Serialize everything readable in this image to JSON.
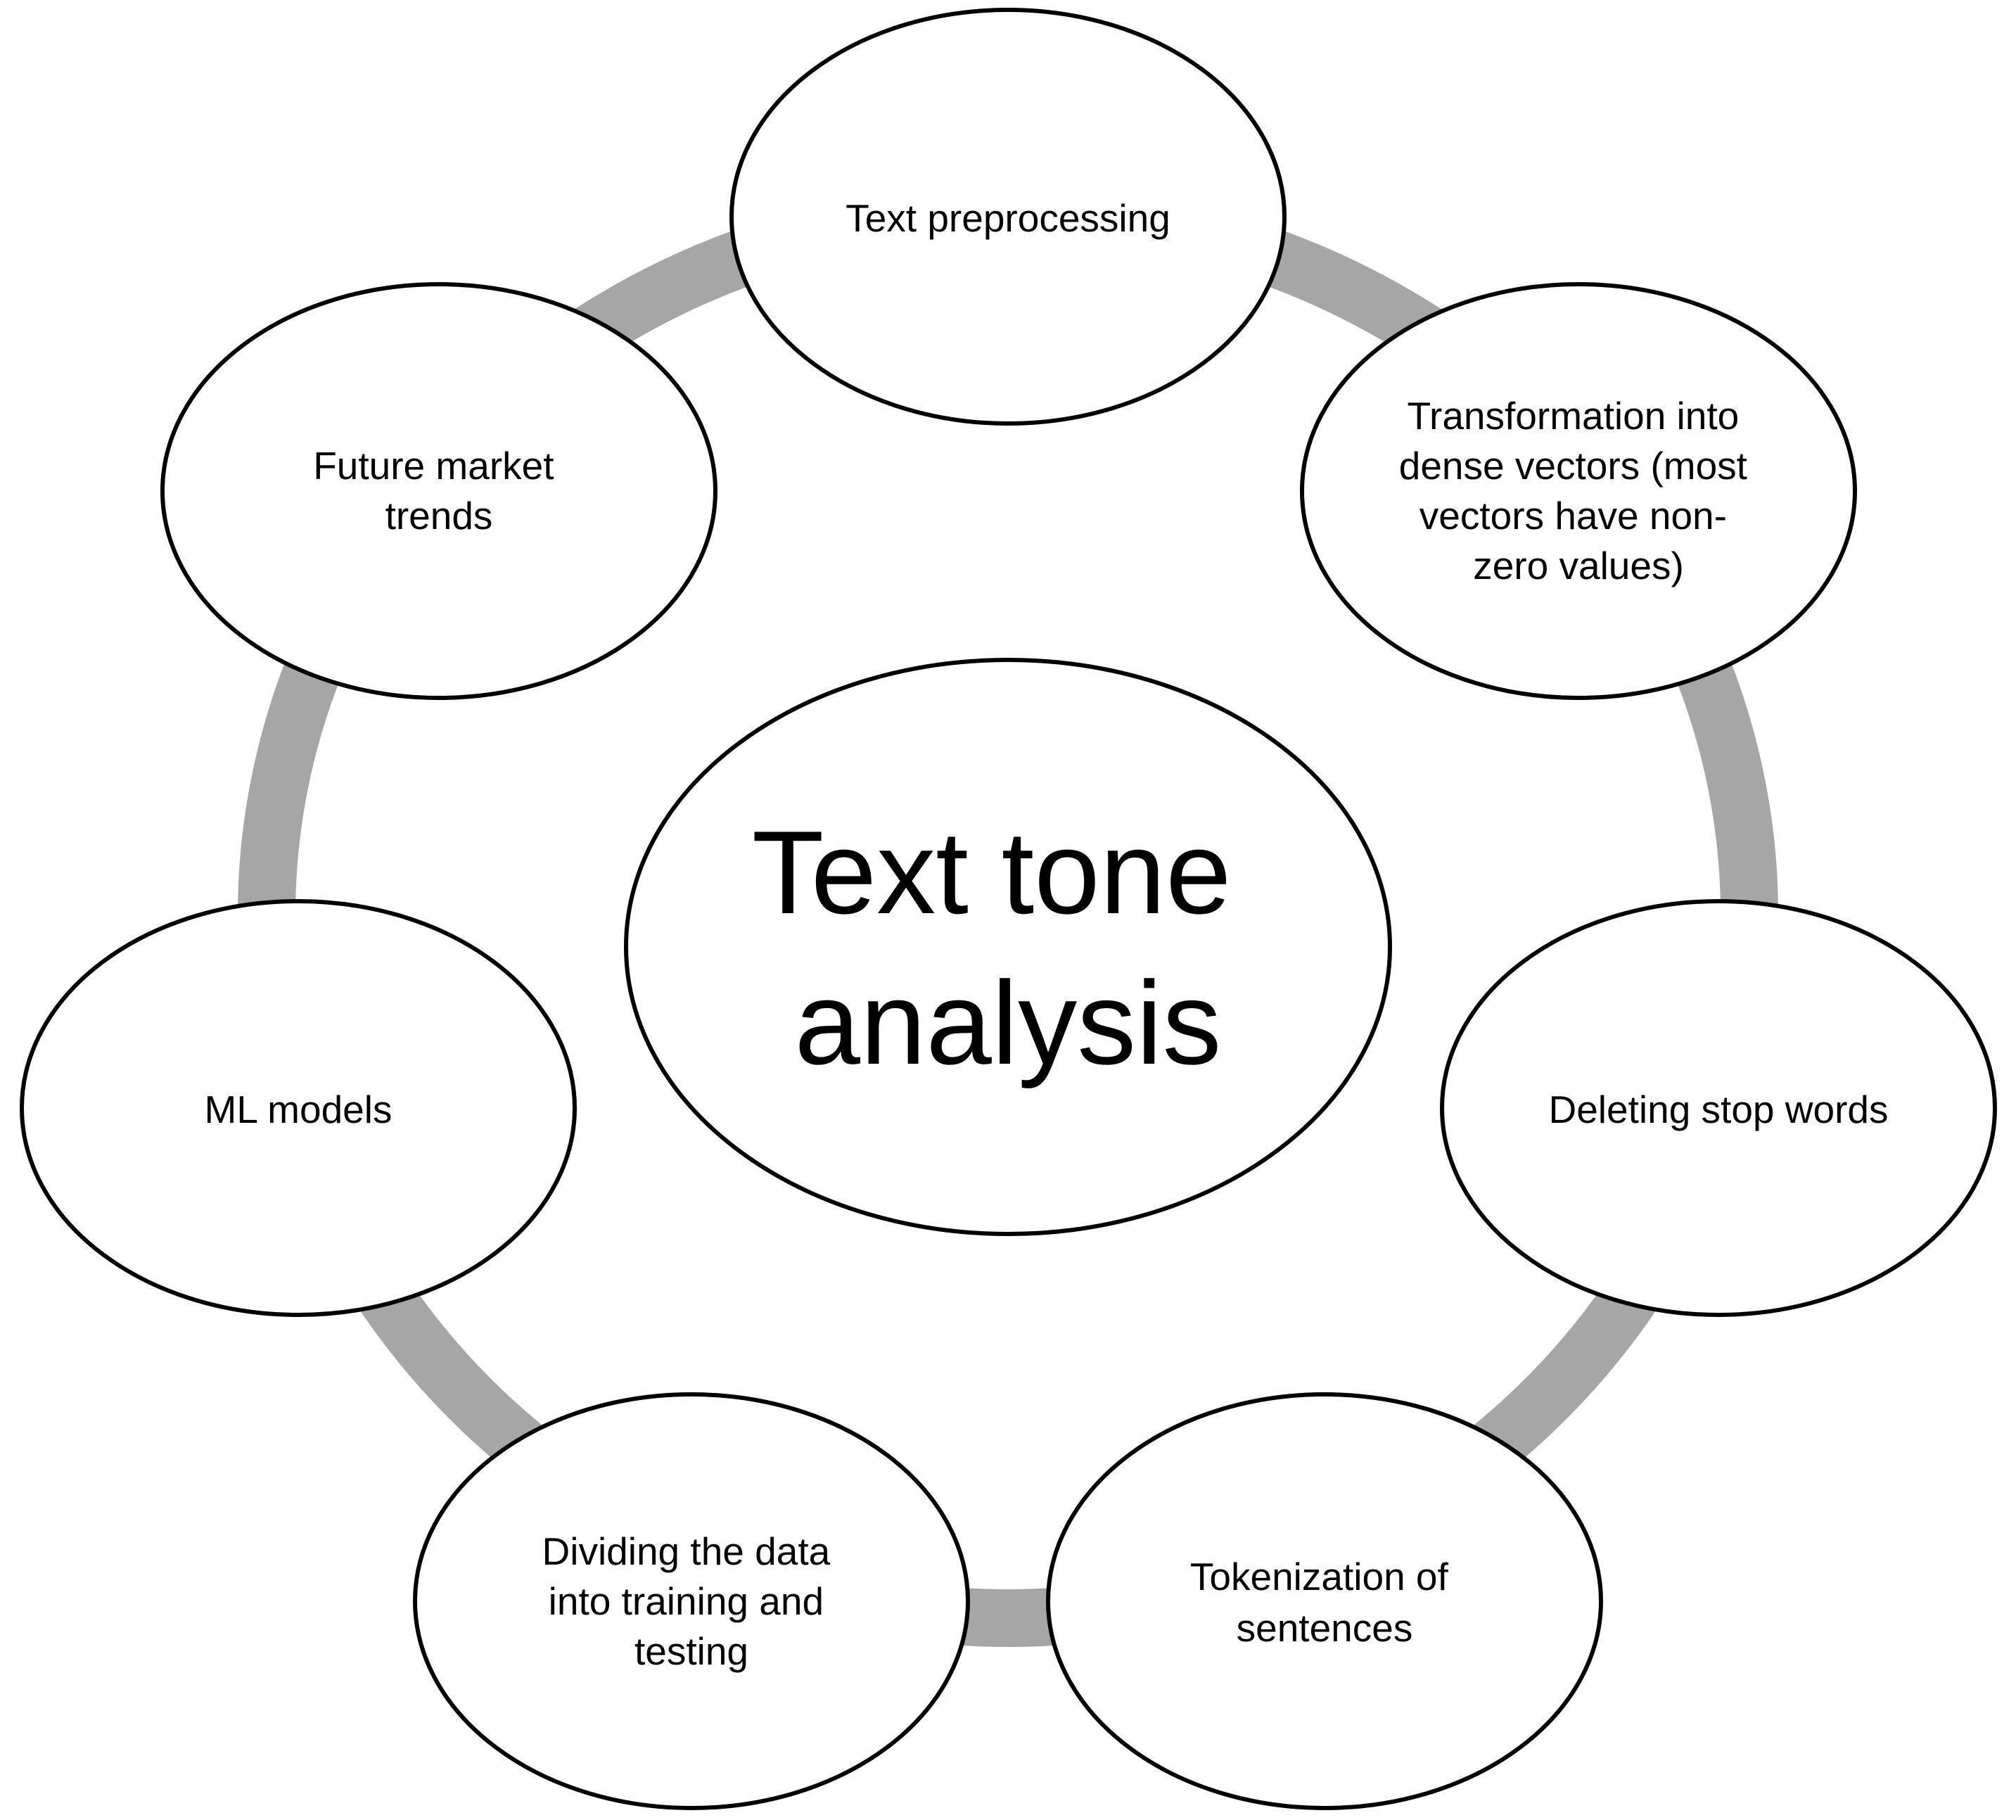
{
  "diagram": {
    "center": {
      "lines": [
        "Text tone",
        "analysis"
      ]
    },
    "nodes": [
      {
        "id": "text-preprocessing",
        "lines": [
          "Text preprocessing"
        ]
      },
      {
        "id": "transformation-dense-vectors",
        "lines": [
          "Transformation into",
          "dense vectors (most",
          "vectors have non-",
          "zero values)"
        ]
      },
      {
        "id": "deleting-stop-words",
        "lines": [
          "Deleting stop words"
        ]
      },
      {
        "id": "tokenization",
        "lines": [
          "Tokenization of",
          "sentences"
        ]
      },
      {
        "id": "dividing-data",
        "lines": [
          "Dividing the data",
          "into training and",
          "testing"
        ]
      },
      {
        "id": "ml-models",
        "lines": [
          "ML models"
        ]
      },
      {
        "id": "future-market-trends",
        "lines": [
          "Future market",
          "trends"
        ]
      }
    ],
    "colors": {
      "ring": "#a6a6a6",
      "outline": "#000000",
      "fill": "#ffffff"
    }
  }
}
